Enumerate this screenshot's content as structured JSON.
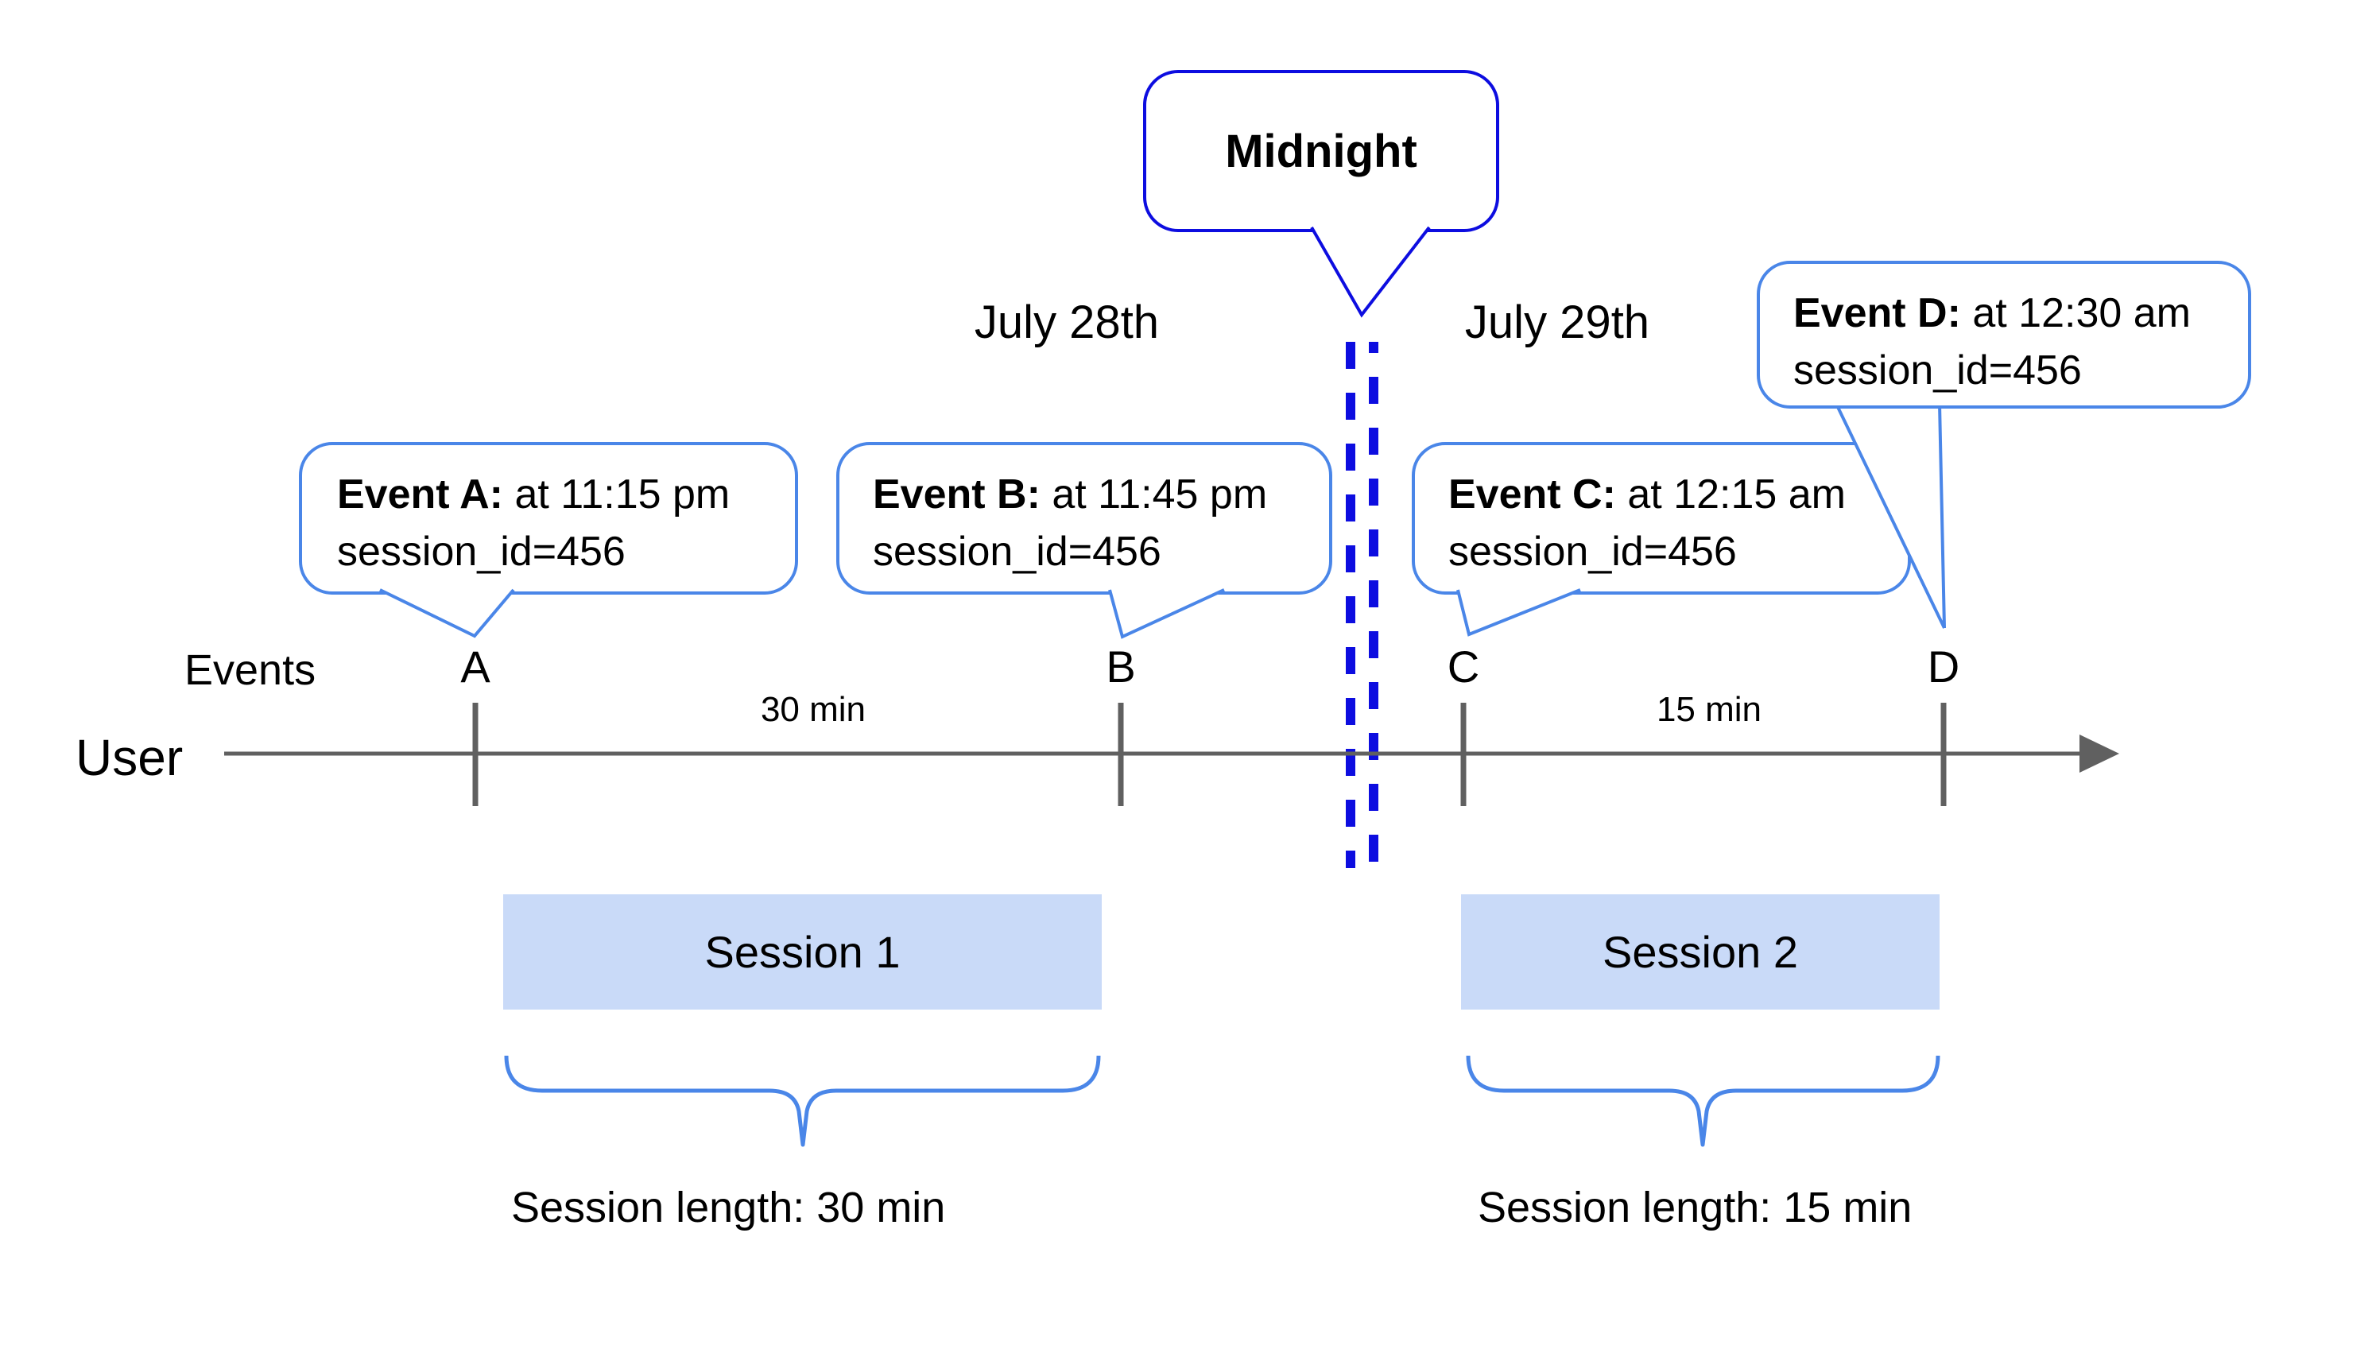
{
  "midnight": {
    "label": "Midnight"
  },
  "dates": {
    "left": "July 28th",
    "right": "July 29th"
  },
  "axis": {
    "events_label": "Events",
    "user_label": "User",
    "markers": [
      "A",
      "B",
      "C",
      "D"
    ],
    "gap_labels": [
      "30 min",
      "15 min"
    ]
  },
  "callouts": [
    {
      "bold": "Event A:",
      "rest": " at 11:15 pm",
      "detail": "session_id=456"
    },
    {
      "bold": "Event B:",
      "rest": " at 11:45 pm",
      "detail": "session_id=456"
    },
    {
      "bold": "Event C:",
      "rest": " at 12:15 am",
      "detail": "session_id=456"
    },
    {
      "bold": "Event D:",
      "rest": " at 12:30 am",
      "detail": "session_id=456"
    }
  ],
  "sessions": [
    {
      "label": "Session 1",
      "length": "Session length: 30 min"
    },
    {
      "label": "Session 2",
      "length": "Session length: 15 min"
    }
  ],
  "colors": {
    "callout_border": "#4a86e8",
    "midnight_blue": "#0d0de0",
    "axis_gray": "#606060",
    "session_fill": "#c9daf8",
    "text": "#000000"
  }
}
